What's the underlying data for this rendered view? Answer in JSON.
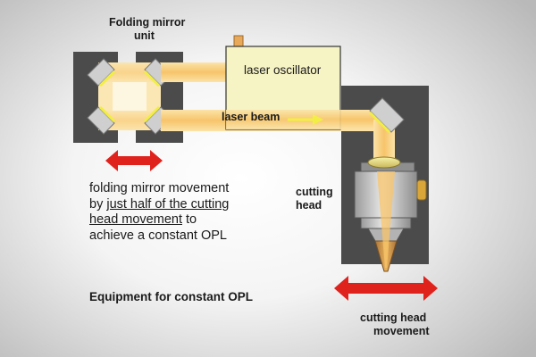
{
  "labels": {
    "folding_unit_line1": "Folding mirror",
    "folding_unit_line2": "unit",
    "laser_oscillator": "laser oscillator",
    "laser_beam": "laser beam",
    "cutting_head_line1": "cutting",
    "cutting_head_line2": "head",
    "note_line1": "folding mirror movement",
    "note_line2_a": "by ",
    "note_line2_b": "just half of the cutting",
    "note_line3_a": "head movement",
    "note_line3_b": " to",
    "note_line4": "achieve a constant OPL",
    "equipment_title": "Equipment for constant OPL",
    "head_movement_line1": "cutting head",
    "head_movement_line2": "movement"
  },
  "colors": {
    "beam": "#f7c46a",
    "beam_light": "#fbe7b4",
    "mirror_housing": "#4b4b4b",
    "mirror_frame": "#cfcfcf",
    "mirror_glass": "#f2ee46",
    "oscillator": "#f6f3c4",
    "arrow": "#e0221d"
  },
  "icons": [
    "double-arrow-icon",
    "beam-direction-arrow-icon"
  ]
}
